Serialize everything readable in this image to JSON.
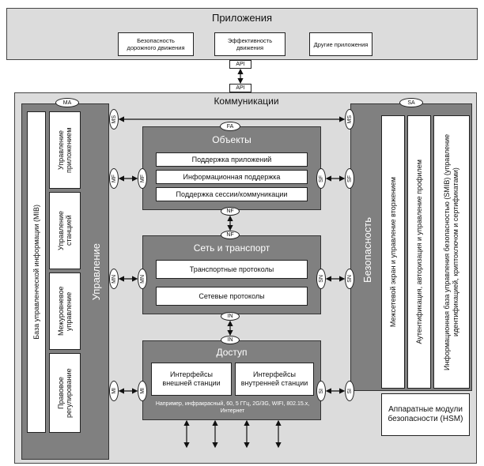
{
  "applications": {
    "title": "Приложения",
    "items": [
      "Безопасность дорожного движения",
      "Эффективность движения",
      "Другие приложения"
    ]
  },
  "api_top": "API",
  "api_bottom": "API",
  "communications": {
    "title": "Коммуникации"
  },
  "management": {
    "title": "Управление",
    "oval": "MA",
    "mib": "База управленческой информации (MIB)",
    "items": [
      "Управление приложением",
      "Управление станцией",
      "Межуровневое управление",
      "Правовое регулирование"
    ]
  },
  "security": {
    "title": "Безопасность",
    "oval": "SA",
    "items": [
      "Межсетевой экран и управление вторжением",
      "Аутентификация, авторизация и управление профилем",
      "Информационная база управления безопасностью (SMIB) (управление идентификацией, криптоключом и сертификатами)"
    ],
    "hsm": "Аппаратные модули безопасности (HSM)"
  },
  "objects": {
    "title": "Объекты",
    "oval": "FA",
    "items": [
      "Поддержка приложений",
      "Информационная поддержка",
      "Поддержка сессии/коммуникации"
    ]
  },
  "network": {
    "title": "Сеть и транспорт",
    "oval_top": "NF",
    "oval_bottom": "NF",
    "items": [
      "Транспортные протоколы",
      "Сетевые протоколы"
    ]
  },
  "access": {
    "title": "Доступ",
    "oval_top": "IN",
    "oval_bottom": "IN",
    "items": [
      "Интерфейсы внешней станции",
      "Интерфейсы внутренней станции"
    ],
    "note": "Например, инфракрасный, 60, 5 ГГц, 2G/3G, WIFI, 802.15.x, Интернет"
  },
  "interfaces": {
    "ms": "MS",
    "mf": "MF",
    "mn": "MN",
    "mi": "MI",
    "sf": "SF",
    "sn": "SN",
    "si": "SI"
  }
}
